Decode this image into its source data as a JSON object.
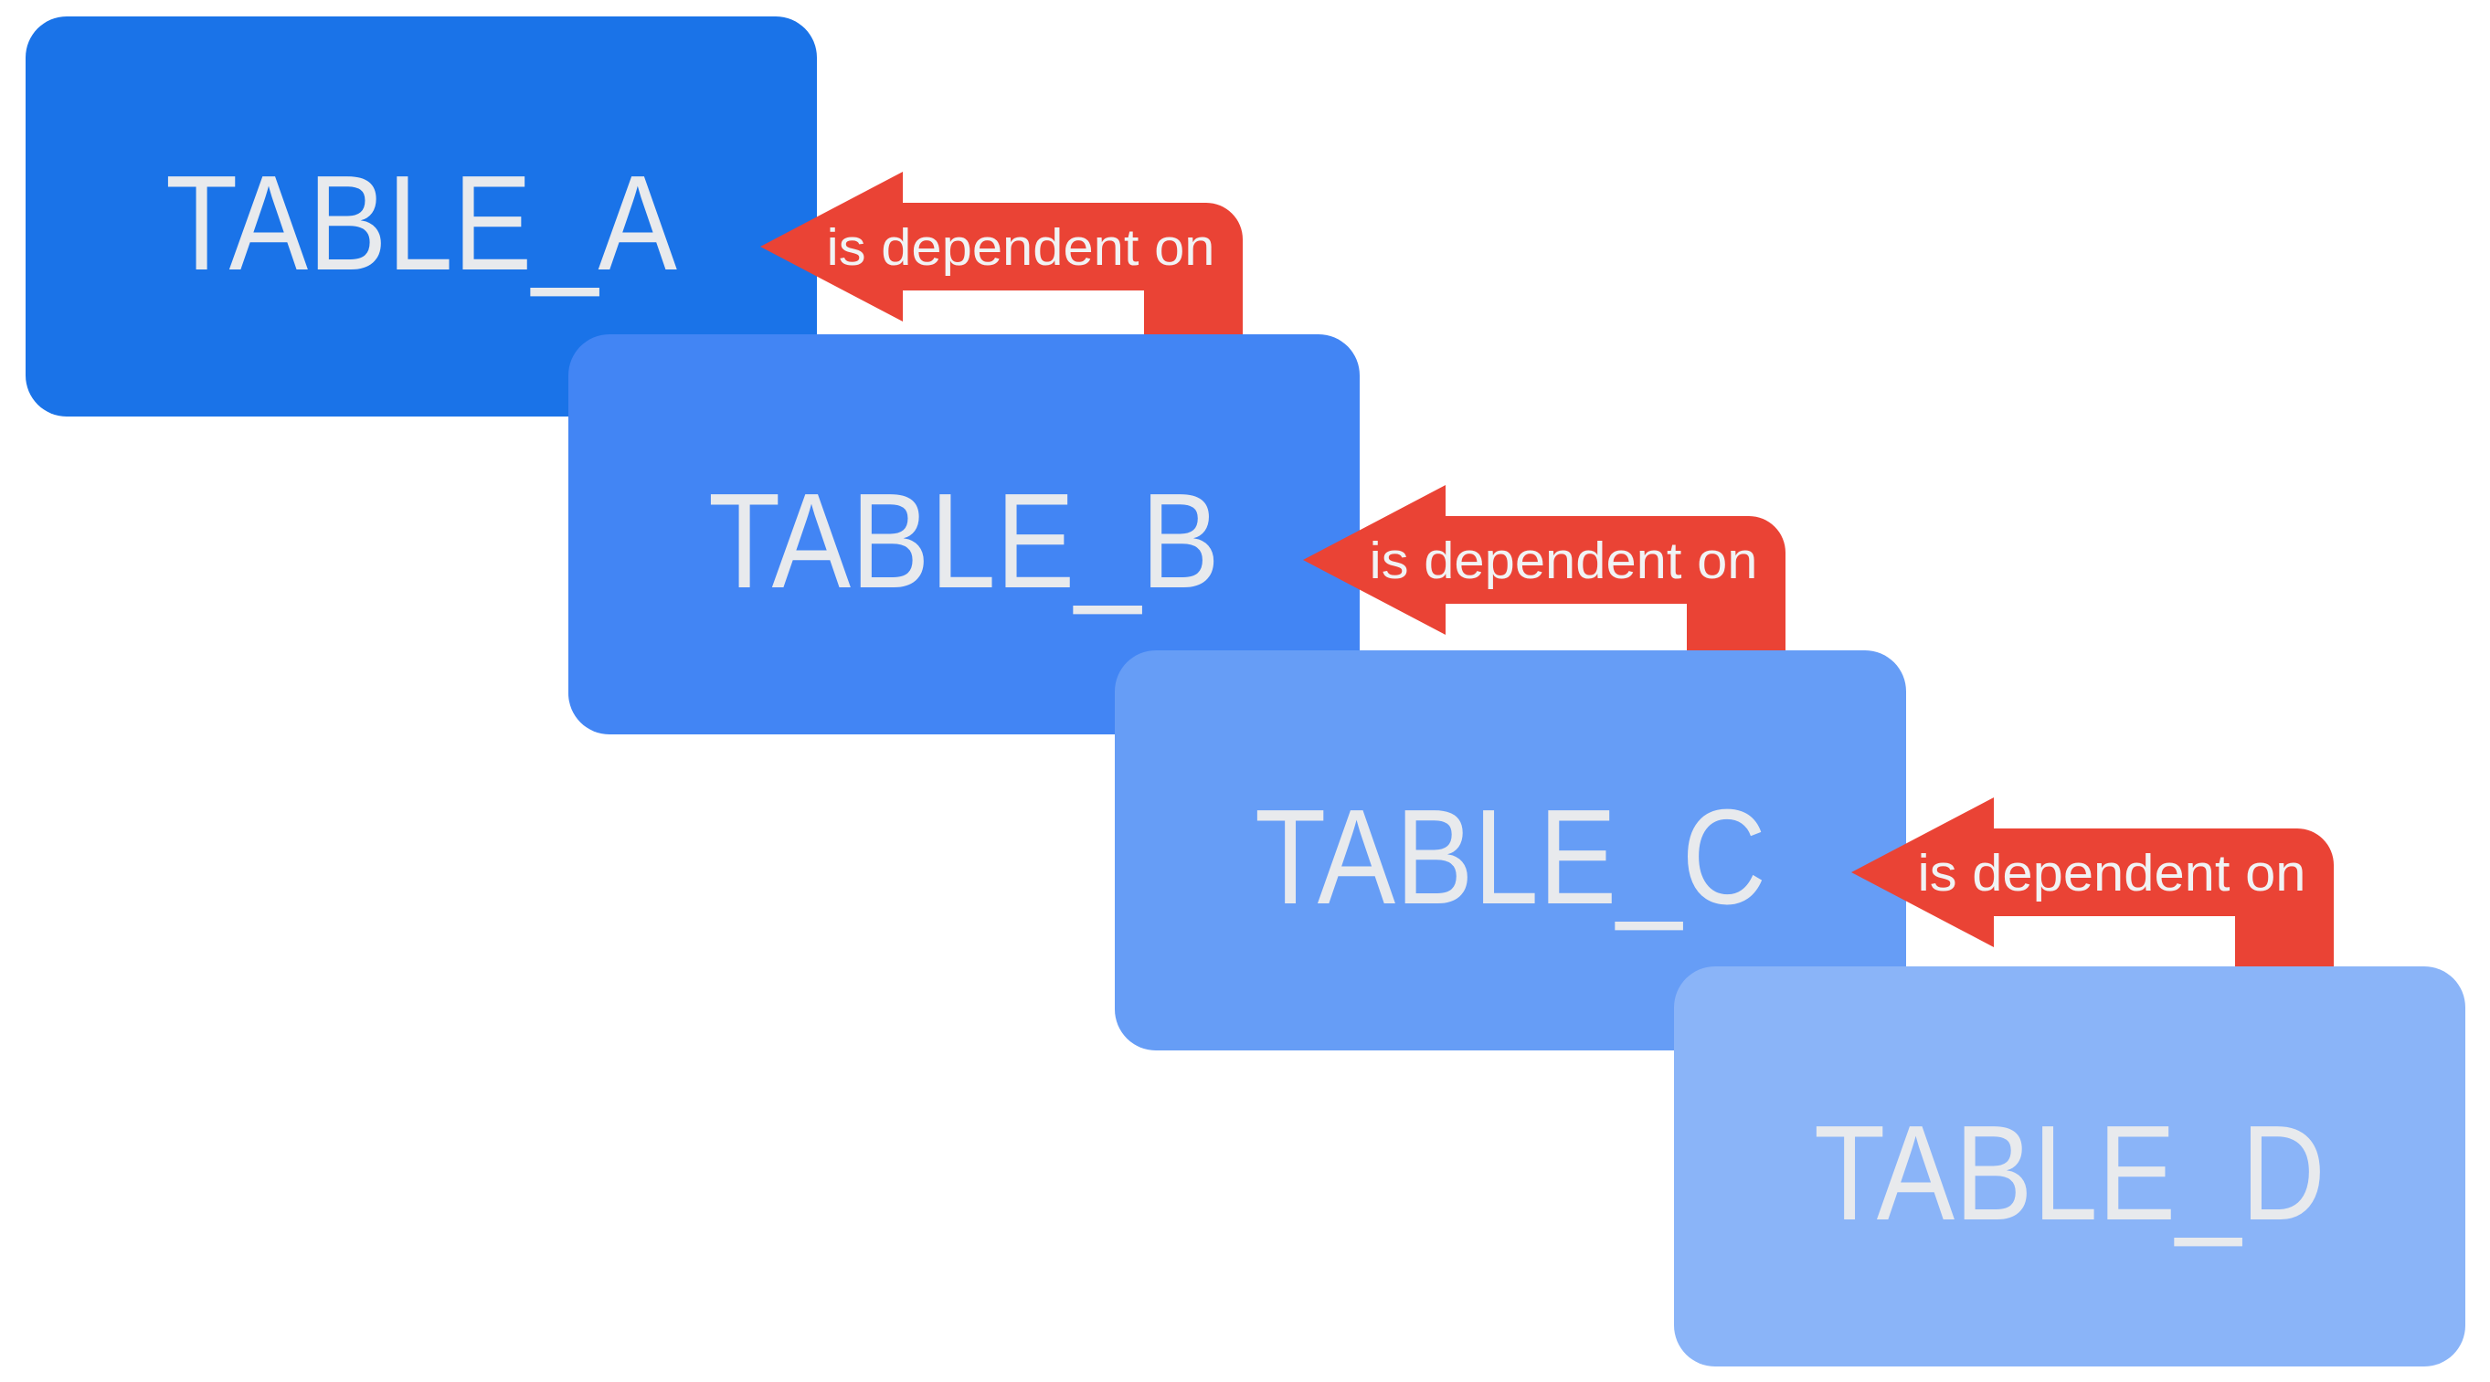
{
  "diagram": {
    "background_color": "#ffffff",
    "node_label_color": "#e8eaed",
    "edge_label_color": "#f1f3f4",
    "nodes": [
      {
        "id": "table_a",
        "label": "TABLE_A",
        "color": "#1a73e8"
      },
      {
        "id": "table_b",
        "label": "TABLE_B",
        "color": "#4285f4"
      },
      {
        "id": "table_c",
        "label": "TABLE_C",
        "color": "#669df6"
      },
      {
        "id": "table_d",
        "label": "TABLE_D",
        "color": "#8ab4f8"
      }
    ],
    "edges": [
      {
        "from": "TABLE_B",
        "to": "TABLE_A",
        "label": "is dependent on",
        "color": "#ea4335"
      },
      {
        "from": "TABLE_C",
        "to": "TABLE_B",
        "label": "is dependent on",
        "color": "#ea4335"
      },
      {
        "from": "TABLE_D",
        "to": "TABLE_C",
        "label": "is dependent on",
        "color": "#ea4335"
      }
    ]
  }
}
